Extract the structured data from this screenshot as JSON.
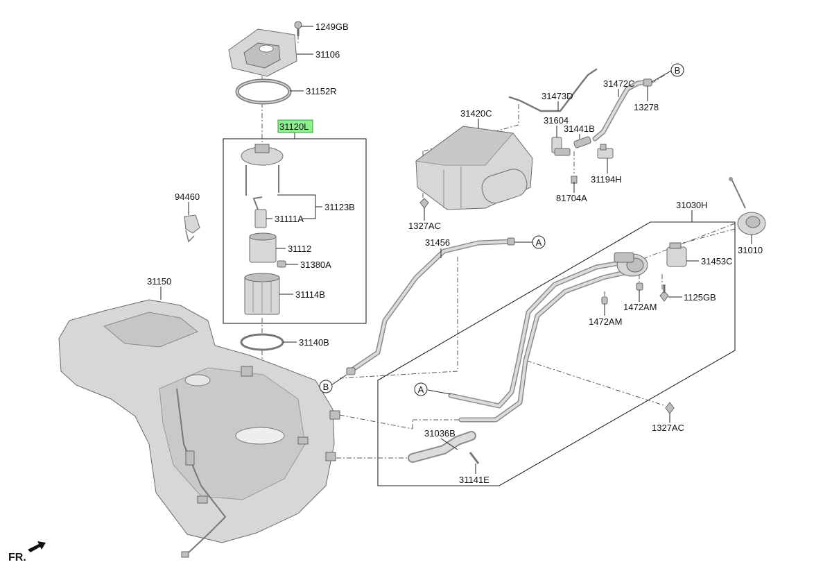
{
  "labels": {
    "p1249GB": "1249GB",
    "p31106": "31106",
    "p31152R": "31152R",
    "p31120L": "31120L",
    "p31123B": "31123B",
    "p31111A": "31111A",
    "p31112": "31112",
    "p31380A": "31380A",
    "p31114B": "31114B",
    "p31140B": "31140B",
    "p94460": "94460",
    "p31150": "31150",
    "p31420C": "31420C",
    "p31473D": "31473D",
    "p31604": "31604",
    "p31441B": "31441B",
    "p31472C": "31472C",
    "p13278": "13278",
    "p31194H": "31194H",
    "p81704A": "81704A",
    "p1327AC_top": "1327AC",
    "p31456": "31456",
    "p31030H": "31030H",
    "p31010": "31010",
    "p31453C": "31453C",
    "p1472AM_a": "1472AM",
    "p1125GB": "1125GB",
    "p1472AM_b": "1472AM",
    "p1327AC_bot": "1327AC",
    "p31036B": "31036B",
    "p31141E": "31141E"
  },
  "refs": {
    "A": "A",
    "B": "B"
  },
  "direction": {
    "label": "FR."
  },
  "highlight_color": "#8cf08c"
}
